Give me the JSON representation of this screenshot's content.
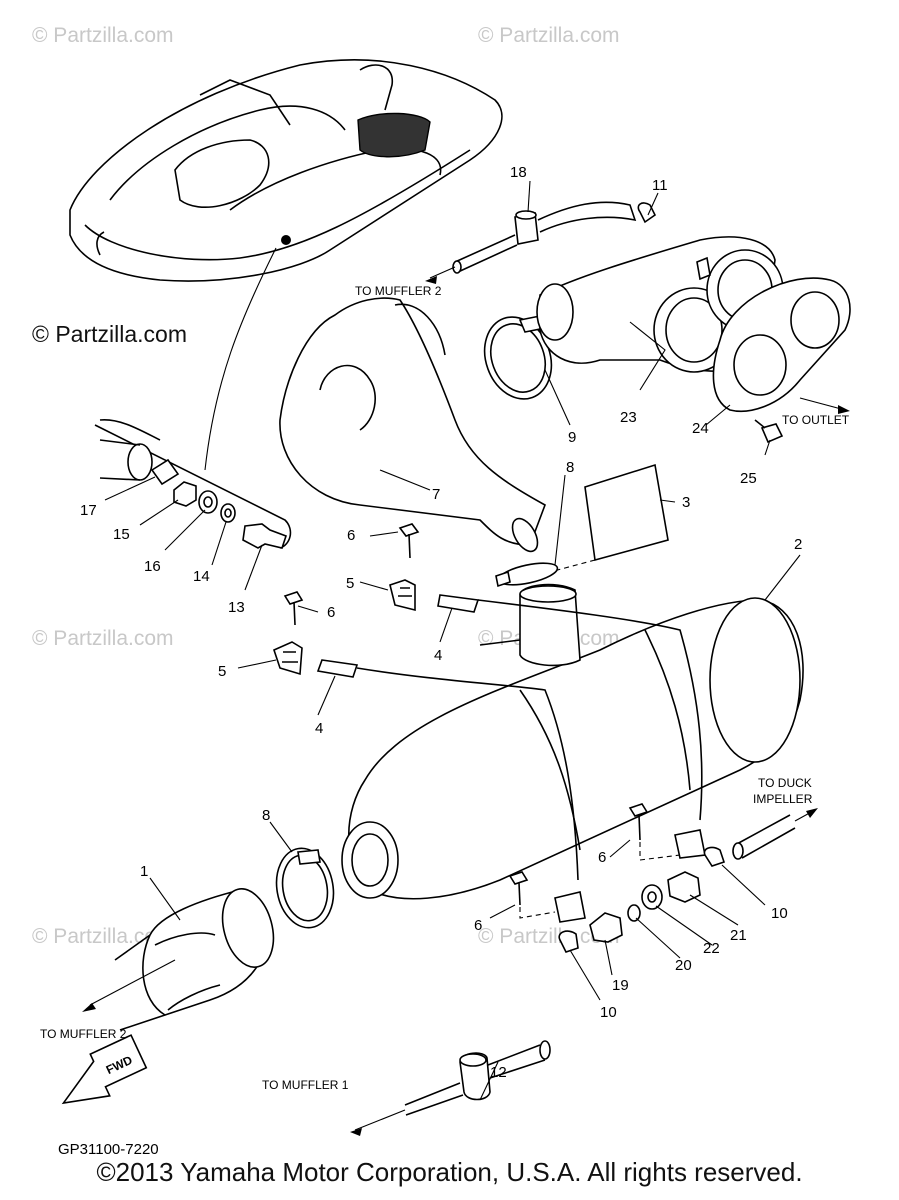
{
  "watermarks": {
    "light": "© Partzilla.com",
    "dark": "© Partzilla.com"
  },
  "direction_labels": {
    "to_muffler_2_top": "TO MUFFLER 2",
    "to_outlet": "TO OUTLET",
    "to_duck": "TO DUCK",
    "impeller": "IMPELLER",
    "to_muffler_2_bottom": "TO MUFFLER 2",
    "to_muffler_1": "TO MUFFLER 1",
    "fwd": "FWD"
  },
  "part_numbers": {
    "p1": "1",
    "p2": "2",
    "p3": "3",
    "p4a": "4",
    "p4b": "4",
    "p5a": "5",
    "p5b": "5",
    "p6a": "6",
    "p6b": "6",
    "p6c": "6",
    "p6d": "6",
    "p7": "7",
    "p8a": "8",
    "p8b": "8",
    "p9": "9",
    "p10a": "10",
    "p10b": "10",
    "p11": "11",
    "p12": "12",
    "p13": "13",
    "p14": "14",
    "p15": "15",
    "p16": "16",
    "p17": "17",
    "p18": "18",
    "p19": "19",
    "p20": "20",
    "p21": "21",
    "p22": "22",
    "p23": "23",
    "p24": "24",
    "p25": "25"
  },
  "reference_code": "GP31100-7220",
  "copyright": "©2013  Yamaha Motor Corporation, U.S.A. All rights reserved."
}
